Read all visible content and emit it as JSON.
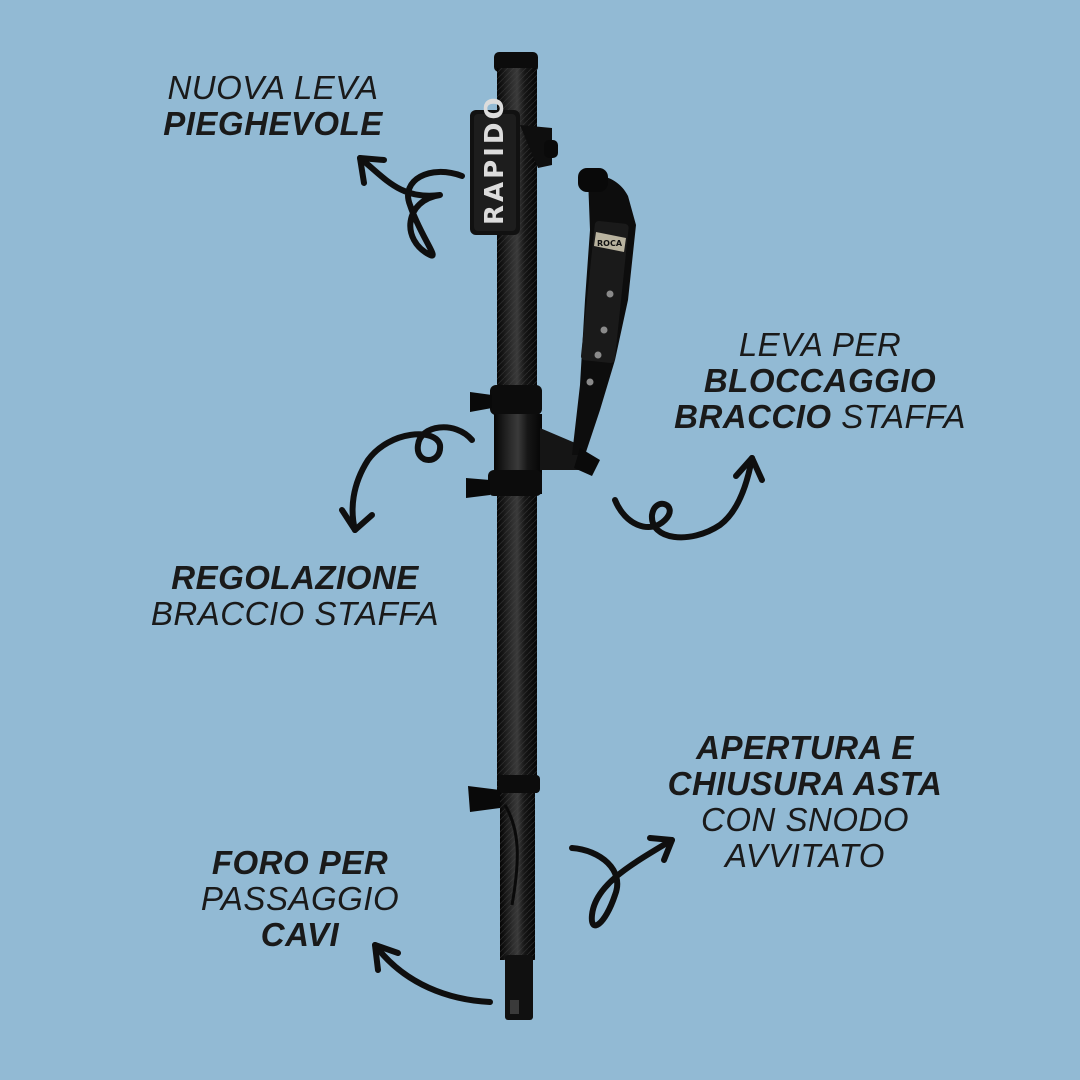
{
  "colors": {
    "background": "#92bad4",
    "text": "#1a1a1a",
    "pole": "#141414"
  },
  "pole_brand": "RAPIDO",
  "bracket_brand": "ROCA",
  "labels": {
    "lever_new": {
      "line1": "NUOVA LEVA",
      "line2": "PIEGHEVOLE"
    },
    "lock_lever": {
      "line1": "LEVA PER",
      "line2": "BLOCCAGGIO",
      "line3_bold": "BRACCIO",
      "line3_rest": " STAFFA"
    },
    "adjust": {
      "line1": "REGOLAZIONE",
      "line2": "BRACCIO STAFFA"
    },
    "opening": {
      "line1": "APERTURA E",
      "line2": "CHIUSURA ASTA",
      "line3": "CON SNODO",
      "line4": "AVVITATO"
    },
    "cable_hole": {
      "line1": "FORO PER",
      "line2": "PASSAGGIO",
      "line3": "CAVI"
    }
  }
}
